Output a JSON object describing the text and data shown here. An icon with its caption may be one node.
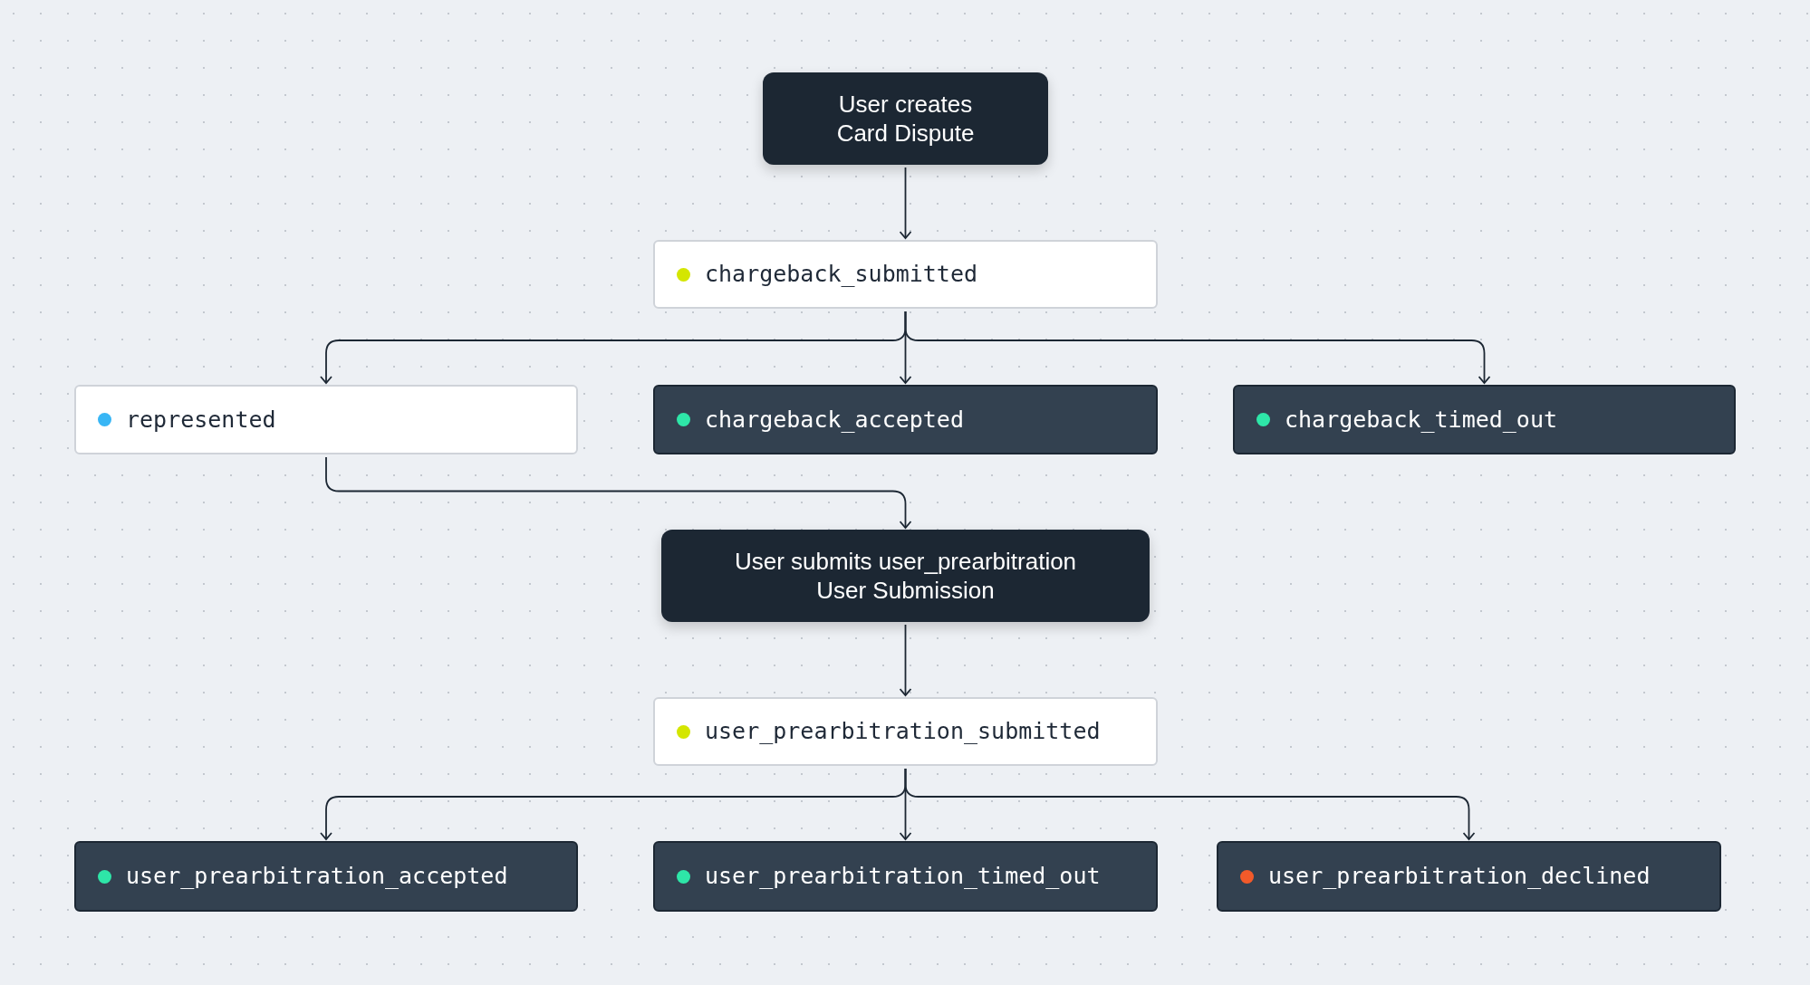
{
  "diagram": {
    "nodes": [
      {
        "text": [
          "User creates Card Dispute"
        ]
      },
      {
        "text": [
          "chargeback_submitted"
        ]
      },
      {
        "text": [
          "represented"
        ]
      },
      {
        "text": [
          "chargeback_accepted"
        ]
      },
      {
        "text": [
          "chargeback_timed_out"
        ]
      },
      {
        "text": [
          "User submits user_prearbitration",
          "User Submission"
        ]
      },
      {
        "text": [
          "user_prearbitration_submitted"
        ]
      },
      {
        "text": [
          "user_prearbitration_accepted"
        ]
      },
      {
        "text": [
          "user_prearbitration_timed_out"
        ]
      },
      {
        "text": [
          "user_prearbitration_declined"
        ]
      }
    ],
    "edges": [
      {
        "from": 0,
        "to": 1,
        "arrow": "to"
      },
      {
        "from": 1,
        "to": 2,
        "arrow": "to"
      },
      {
        "from": 1,
        "to": 3,
        "arrow": "to"
      },
      {
        "from": 1,
        "to": 4,
        "arrow": "to"
      },
      {
        "from": 2,
        "to": 5,
        "arrow": "to"
      },
      {
        "from": 5,
        "to": 6,
        "arrow": "to"
      },
      {
        "from": 6,
        "to": 7,
        "arrow": "to"
      },
      {
        "from": 6,
        "to": 8,
        "arrow": "to"
      },
      {
        "from": 6,
        "to": 9,
        "arrow": "to"
      }
    ]
  }
}
